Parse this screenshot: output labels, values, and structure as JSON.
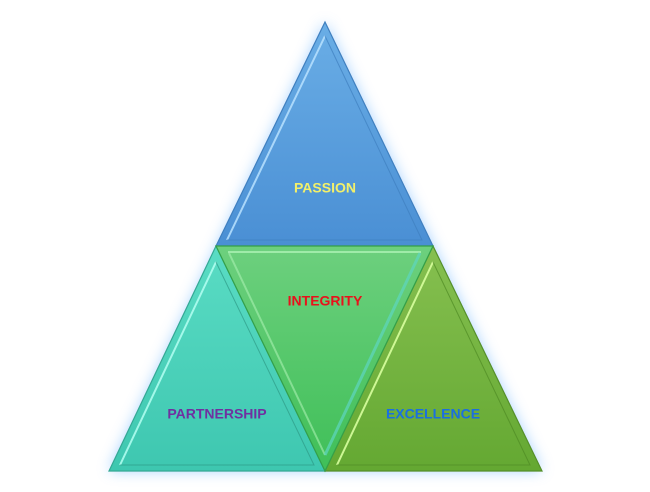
{
  "diagram": {
    "title": "Core Values Pyramid",
    "segments": [
      {
        "id": "passion",
        "label": "PASSION",
        "fill_top": "#6aaee6",
        "fill_bottom": "#4a8fd4",
        "text_color": "#f2f06a"
      },
      {
        "id": "integrity",
        "label": "INTEGRITY",
        "fill_top": "#6dd07e",
        "fill_bottom": "#3fbf58",
        "text_color": "#e8121b"
      },
      {
        "id": "partnership",
        "label": "PARTNERSHIP",
        "fill_top": "#5adcc4",
        "fill_bottom": "#3ec7b0",
        "text_color": "#7030a0"
      },
      {
        "id": "excellence",
        "label": "EXCELLENCE",
        "fill_top": "#86c050",
        "fill_bottom": "#64a832",
        "text_color": "#1a6fe0"
      }
    ],
    "glow_color": "#8cc4ff"
  }
}
